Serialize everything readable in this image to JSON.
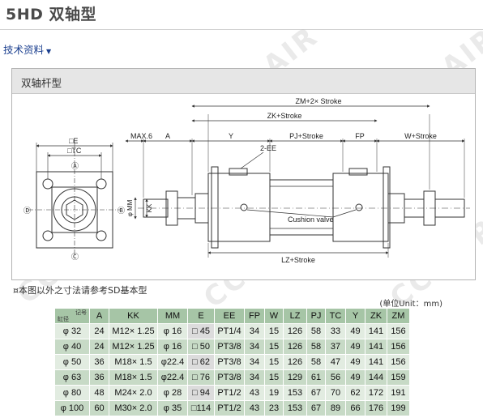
{
  "page": {
    "title": "5HD 双轴型"
  },
  "nav": {
    "tech_link": "技术资料"
  },
  "figure": {
    "title": "双轴杆型",
    "note": "¤本图以外之寸法请参考SD基本型",
    "labels": {
      "square_e": "□E",
      "square_tc": "□TC",
      "max6": "MAX.6",
      "a": "A",
      "y": "Y",
      "pj_stroke": "PJ+Stroke",
      "fp": "FP",
      "w_stroke": "W+Stroke",
      "zk_stroke": "ZK+Stroke",
      "zm_2stroke": "ZM+2× Stroke",
      "ee": "2-EE",
      "mm": "φ MM",
      "kk": "KK",
      "cushion": "Cushion valve",
      "lz_stroke": "LZ+Stroke",
      "port_a": "Ⓐ",
      "port_b": "Ⓑ",
      "port_c": "Ⓒ",
      "port_d": "Ⓓ"
    }
  },
  "watermark": {
    "text": "CCLAIR"
  },
  "table": {
    "unit": "(单位Unit：mm)",
    "corner": {
      "top": "记号",
      "bottom": "缸径"
    },
    "headers": [
      "A",
      "KK",
      "MM",
      "E",
      "EE",
      "FP",
      "W",
      "LZ",
      "PJ",
      "TC",
      "Y",
      "ZK",
      "ZM"
    ],
    "rows": [
      {
        "bore": "φ  32",
        "cells": [
          "24",
          "M12× 1.25",
          "φ 16",
          "□ 45",
          "PT1/4",
          "34",
          "15",
          "126",
          "58",
          "33",
          "49",
          "141",
          "156"
        ]
      },
      {
        "bore": "φ  40",
        "cells": [
          "24",
          "M12× 1.25",
          "φ 16",
          "□ 50",
          "PT3/8",
          "34",
          "15",
          "126",
          "58",
          "37",
          "49",
          "141",
          "156"
        ]
      },
      {
        "bore": "φ  50",
        "cells": [
          "36",
          "M18× 1.5",
          "φ22.4",
          "□ 62",
          "PT3/8",
          "34",
          "15",
          "126",
          "58",
          "47",
          "49",
          "141",
          "156"
        ]
      },
      {
        "bore": "φ  63",
        "cells": [
          "36",
          "M18× 1.5",
          "φ22.4",
          "□ 76",
          "PT3/8",
          "34",
          "15",
          "129",
          "61",
          "56",
          "49",
          "144",
          "159"
        ]
      },
      {
        "bore": "φ  80",
        "cells": [
          "48",
          "M24× 2.0",
          "φ 28",
          "□ 94",
          "PT1/2",
          "43",
          "19",
          "153",
          "67",
          "70",
          "62",
          "172",
          "191"
        ]
      },
      {
        "bore": "φ 100",
        "cells": [
          "60",
          "M30× 2.0",
          "φ 35",
          "□114",
          "PT1/2",
          "43",
          "23",
          "153",
          "67",
          "89",
          "66",
          "176",
          "199"
        ]
      }
    ]
  }
}
